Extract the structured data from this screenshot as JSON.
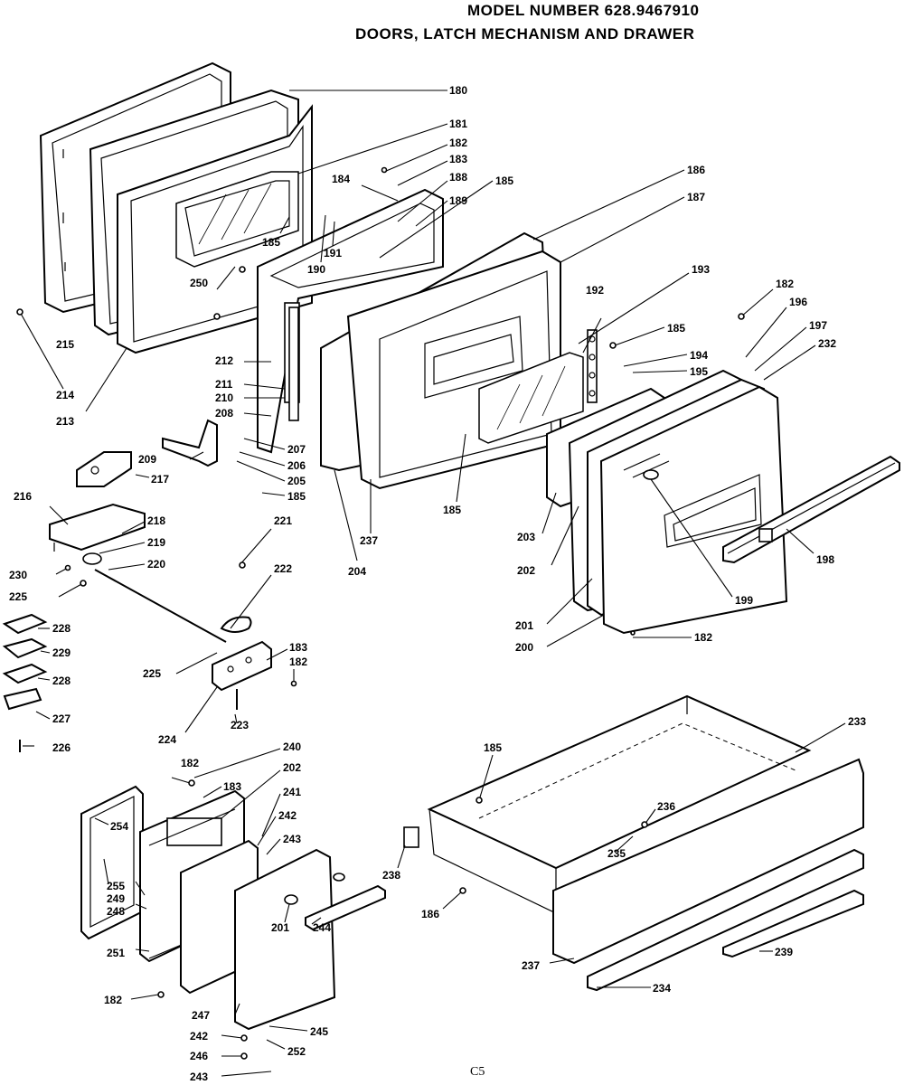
{
  "header": {
    "model_line": "MODEL NUMBER 628.9467910",
    "subtitle": "DOORS, LATCH MECHANISM AND DRAWER"
  },
  "footer": {
    "page_code": "C5"
  },
  "callouts": [
    {
      "id": "c180",
      "text": "180"
    },
    {
      "id": "c181",
      "text": "181"
    },
    {
      "id": "c182a",
      "text": "182"
    },
    {
      "id": "c183a",
      "text": "183"
    },
    {
      "id": "c184",
      "text": "184"
    },
    {
      "id": "c188",
      "text": "188"
    },
    {
      "id": "c189",
      "text": "189"
    },
    {
      "id": "c185a",
      "text": "185"
    },
    {
      "id": "c186",
      "text": "186"
    },
    {
      "id": "c187",
      "text": "187"
    },
    {
      "id": "c185b",
      "text": "185"
    },
    {
      "id": "c191",
      "text": "191"
    },
    {
      "id": "c190",
      "text": "190"
    },
    {
      "id": "c250",
      "text": "250"
    },
    {
      "id": "c215",
      "text": "215"
    },
    {
      "id": "c214",
      "text": "214"
    },
    {
      "id": "c213",
      "text": "213"
    },
    {
      "id": "c212",
      "text": "212"
    },
    {
      "id": "c211",
      "text": "211"
    },
    {
      "id": "c210",
      "text": "210"
    },
    {
      "id": "c208",
      "text": "208"
    },
    {
      "id": "c207",
      "text": "207"
    },
    {
      "id": "c206",
      "text": "206"
    },
    {
      "id": "c205",
      "text": "205"
    },
    {
      "id": "c185c",
      "text": "185"
    },
    {
      "id": "c209",
      "text": "209"
    },
    {
      "id": "c217",
      "text": "217"
    },
    {
      "id": "c193",
      "text": "193"
    },
    {
      "id": "c192",
      "text": "192"
    },
    {
      "id": "c185d",
      "text": "185"
    },
    {
      "id": "c194",
      "text": "194"
    },
    {
      "id": "c195",
      "text": "195"
    },
    {
      "id": "c182b",
      "text": "182"
    },
    {
      "id": "c196",
      "text": "196"
    },
    {
      "id": "c197",
      "text": "197"
    },
    {
      "id": "c232",
      "text": "232"
    },
    {
      "id": "c185e",
      "text": "185"
    },
    {
      "id": "c237a",
      "text": "237"
    },
    {
      "id": "c204",
      "text": "204"
    },
    {
      "id": "c203",
      "text": "203"
    },
    {
      "id": "c202a",
      "text": "202"
    },
    {
      "id": "c198",
      "text": "198"
    },
    {
      "id": "c199",
      "text": "199"
    },
    {
      "id": "c201a",
      "text": "201"
    },
    {
      "id": "c200",
      "text": "200"
    },
    {
      "id": "c182c",
      "text": "182"
    },
    {
      "id": "c216",
      "text": "216"
    },
    {
      "id": "c218",
      "text": "218"
    },
    {
      "id": "c219",
      "text": "219"
    },
    {
      "id": "c220",
      "text": "220"
    },
    {
      "id": "c230",
      "text": "230"
    },
    {
      "id": "c225a",
      "text": "225"
    },
    {
      "id": "c221",
      "text": "221"
    },
    {
      "id": "c222",
      "text": "222"
    },
    {
      "id": "c228a",
      "text": "228"
    },
    {
      "id": "c229",
      "text": "229"
    },
    {
      "id": "c228b",
      "text": "228"
    },
    {
      "id": "c227",
      "text": "227"
    },
    {
      "id": "c226",
      "text": "226"
    },
    {
      "id": "c225b",
      "text": "225"
    },
    {
      "id": "c183b",
      "text": "183"
    },
    {
      "id": "c182d",
      "text": "182"
    },
    {
      "id": "c224",
      "text": "224"
    },
    {
      "id": "c223",
      "text": "223"
    },
    {
      "id": "c240",
      "text": "240"
    },
    {
      "id": "c182e",
      "text": "182"
    },
    {
      "id": "c183c",
      "text": "183"
    },
    {
      "id": "c202b",
      "text": "202"
    },
    {
      "id": "c241",
      "text": "241"
    },
    {
      "id": "c242a",
      "text": "242"
    },
    {
      "id": "c243a",
      "text": "243"
    },
    {
      "id": "c254",
      "text": "254"
    },
    {
      "id": "c255",
      "text": "255"
    },
    {
      "id": "c249",
      "text": "249"
    },
    {
      "id": "c248",
      "text": "248"
    },
    {
      "id": "c201b",
      "text": "201"
    },
    {
      "id": "c244",
      "text": "244"
    },
    {
      "id": "c251",
      "text": "251"
    },
    {
      "id": "c182f",
      "text": "182"
    },
    {
      "id": "c247",
      "text": "247"
    },
    {
      "id": "c242b",
      "text": "242"
    },
    {
      "id": "c245",
      "text": "245"
    },
    {
      "id": "c246",
      "text": "246"
    },
    {
      "id": "c252",
      "text": "252"
    },
    {
      "id": "c243b",
      "text": "243"
    },
    {
      "id": "c233",
      "text": "233"
    },
    {
      "id": "c185f",
      "text": "185"
    },
    {
      "id": "c236",
      "text": "236"
    },
    {
      "id": "c235",
      "text": "235"
    },
    {
      "id": "c238",
      "text": "238"
    },
    {
      "id": "c186b",
      "text": "186"
    },
    {
      "id": "c239",
      "text": "239"
    },
    {
      "id": "c237b",
      "text": "237"
    },
    {
      "id": "c234",
      "text": "234"
    }
  ]
}
